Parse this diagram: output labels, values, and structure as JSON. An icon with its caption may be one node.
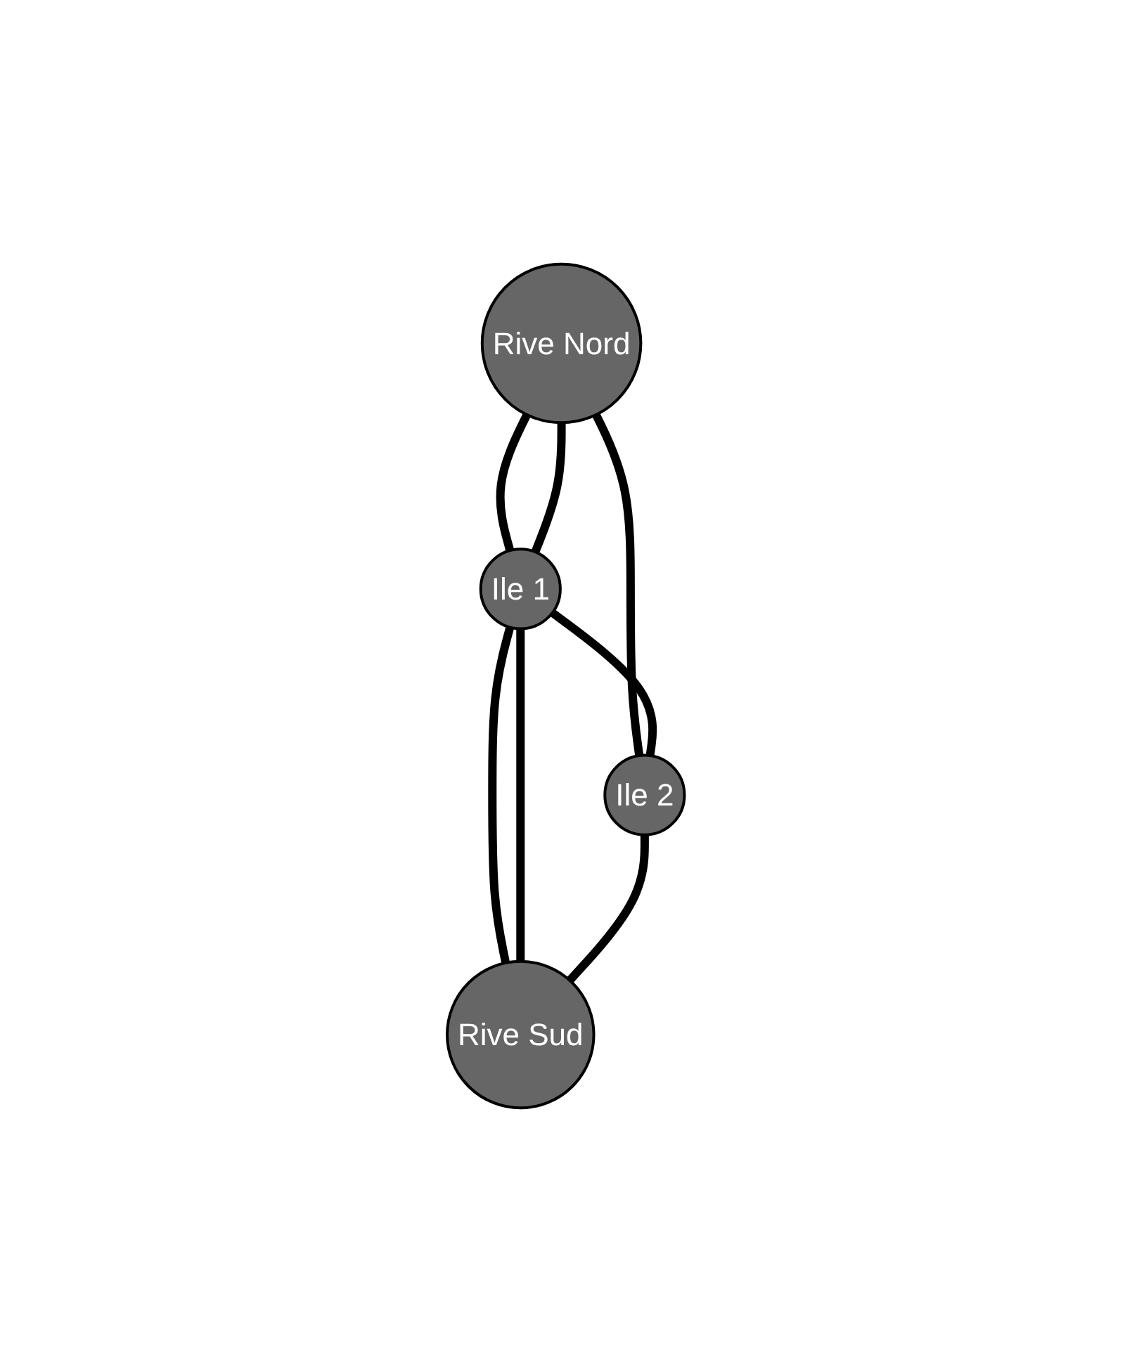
{
  "diagram": {
    "nodes": [
      {
        "text": [
          "Rive Nord"
        ]
      },
      {
        "text": [
          "Ile 1"
        ]
      },
      {
        "text": [
          "Ile 2"
        ]
      },
      {
        "text": [
          "Rive Sud"
        ]
      }
    ],
    "edges": [
      {
        "from": 0,
        "to": 1,
        "arrow": "none"
      },
      {
        "from": 0,
        "to": 1,
        "arrow": "none"
      },
      {
        "from": 0,
        "to": 2,
        "arrow": "none"
      },
      {
        "from": 1,
        "to": 2,
        "arrow": "none"
      },
      {
        "from": 1,
        "to": 3,
        "arrow": "none"
      },
      {
        "from": 1,
        "to": 3,
        "arrow": "none"
      },
      {
        "from": 2,
        "to": 3,
        "arrow": "none"
      }
    ]
  }
}
